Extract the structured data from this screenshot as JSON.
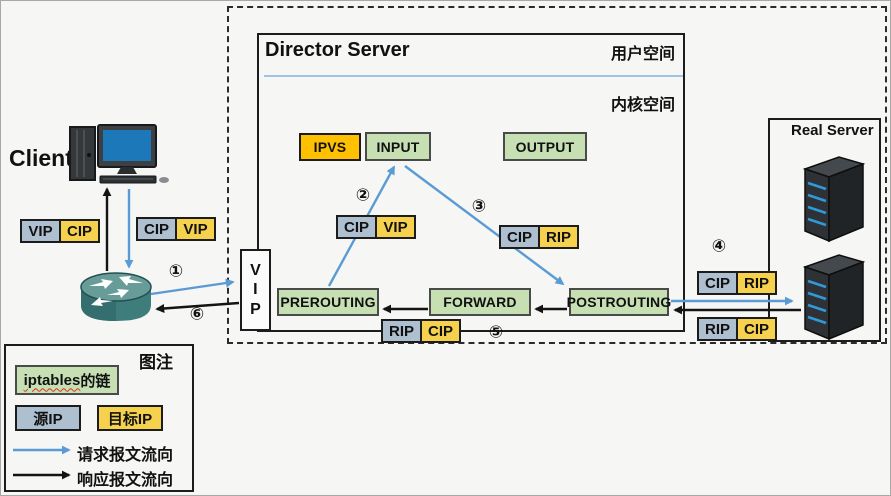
{
  "colors": {
    "request_arrow_blue": "#5b9bd5",
    "response_arrow_black": "#141414",
    "source_ip_bg": "#aebfd0",
    "dest_ip_bg": "#f6d14e",
    "iptables_chain_bg": "#c6e0b4",
    "ipvs_bg": "#ffc000",
    "userspace_divider_blue": "#9dc3e6"
  },
  "client": {
    "label": "Client"
  },
  "director": {
    "title": "Director Server",
    "user_space_label": "用户空间",
    "kernel_space_label": "内核空间"
  },
  "real_server": {
    "label": "Real Server"
  },
  "nodes": {
    "ipvs": "IPVS",
    "input": "INPUT",
    "output": "OUTPUT",
    "prerouting": "PREROUTING",
    "forward": "FORWARD",
    "postrouting": "POSTROUTING"
  },
  "vip_letters": [
    "V",
    "I",
    "P"
  ],
  "ip_pairs": {
    "client_response_in": {
      "src": "VIP",
      "dst": "CIP"
    },
    "client_request_out": {
      "src": "CIP",
      "dst": "VIP"
    },
    "director_request_in": {
      "src": "CIP",
      "dst": "VIP"
    },
    "director_request_out": {
      "src": "CIP",
      "dst": "RIP"
    },
    "director_response": {
      "src": "RIP",
      "dst": "CIP"
    },
    "to_real_server": {
      "src": "CIP",
      "dst": "RIP"
    },
    "from_real_server": {
      "src": "RIP",
      "dst": "CIP"
    }
  },
  "steps": {
    "s1": "①",
    "s2": "②",
    "s3": "③",
    "s4": "④",
    "s5": "⑤",
    "s6": "⑥"
  },
  "legend": {
    "title": "图注",
    "chain_en": "iptables",
    "chain_zh": "的链",
    "source_ip": "源IP",
    "dest_ip": "目标IP",
    "request_flow": "请求报文流向",
    "response_flow": "响应报文流向"
  }
}
